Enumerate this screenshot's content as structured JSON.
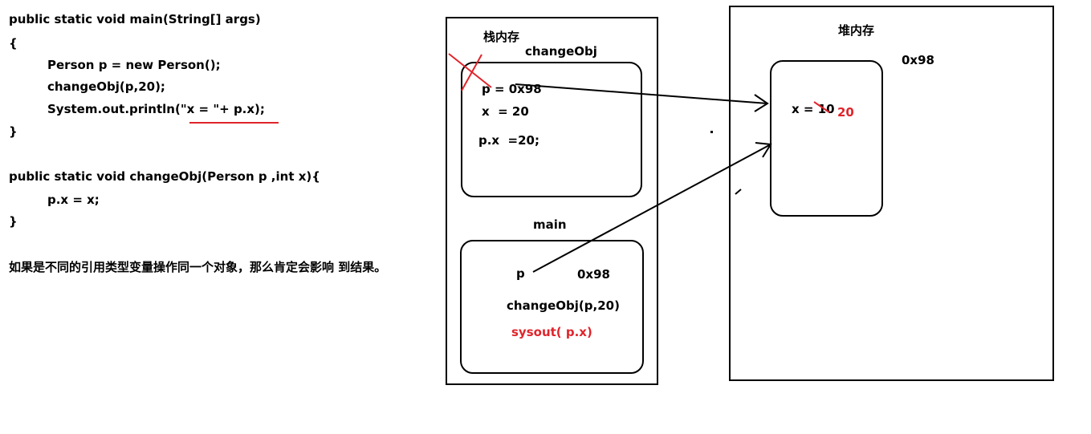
{
  "code": {
    "main_sig": "public static void main(String[] args)",
    "open_brace": "{",
    "line_new": "Person p = new Person();",
    "line_call": "changeObj(p,20);",
    "line_print": "System.out.println(\"x = \"+ p.x);",
    "close_brace": "}",
    "change_sig": "public static void changeObj(Person p ,int x){",
    "line_assign": "p.x = x;",
    "close_brace2": "}"
  },
  "note": "如果是不同的引用类型变量操作同一个对象，那么肯定会影响 到结果。",
  "stack": {
    "title": "栈内存",
    "frame_change": {
      "label": "changeObj",
      "p_line": "p = 0x98",
      "x_line": "x  = 20",
      "px_line": "p.x  =20;"
    },
    "frame_main": {
      "label": "main",
      "p": "p",
      "addr": "0x98",
      "call": "changeObj(p,20)",
      "sysout": "sysout( p.x)"
    }
  },
  "heap": {
    "title": "堆内存",
    "addr": "0x98",
    "x_line": "x = 10",
    "new_value": "20"
  },
  "colors": {
    "accent": "#e0242b",
    "ink": "#000000"
  }
}
